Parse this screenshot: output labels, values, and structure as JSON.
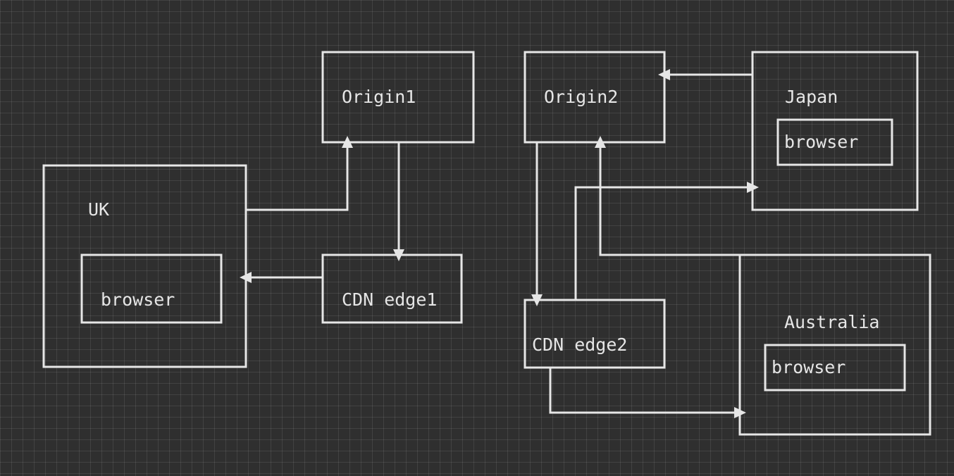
{
  "colors": {
    "background": "#2f2f2f",
    "stroke": "#e6e6e6",
    "text": "#e6e6e6"
  },
  "nodes": {
    "origin1": "Origin1",
    "origin2": "Origin2",
    "uk": "UK",
    "uk_browser": "browser",
    "cdn_edge1": "CDN edge1",
    "cdn_edge2": "CDN edge2",
    "japan": "Japan",
    "japan_browser": "browser",
    "australia": "Australia",
    "australia_browser": "browser"
  }
}
